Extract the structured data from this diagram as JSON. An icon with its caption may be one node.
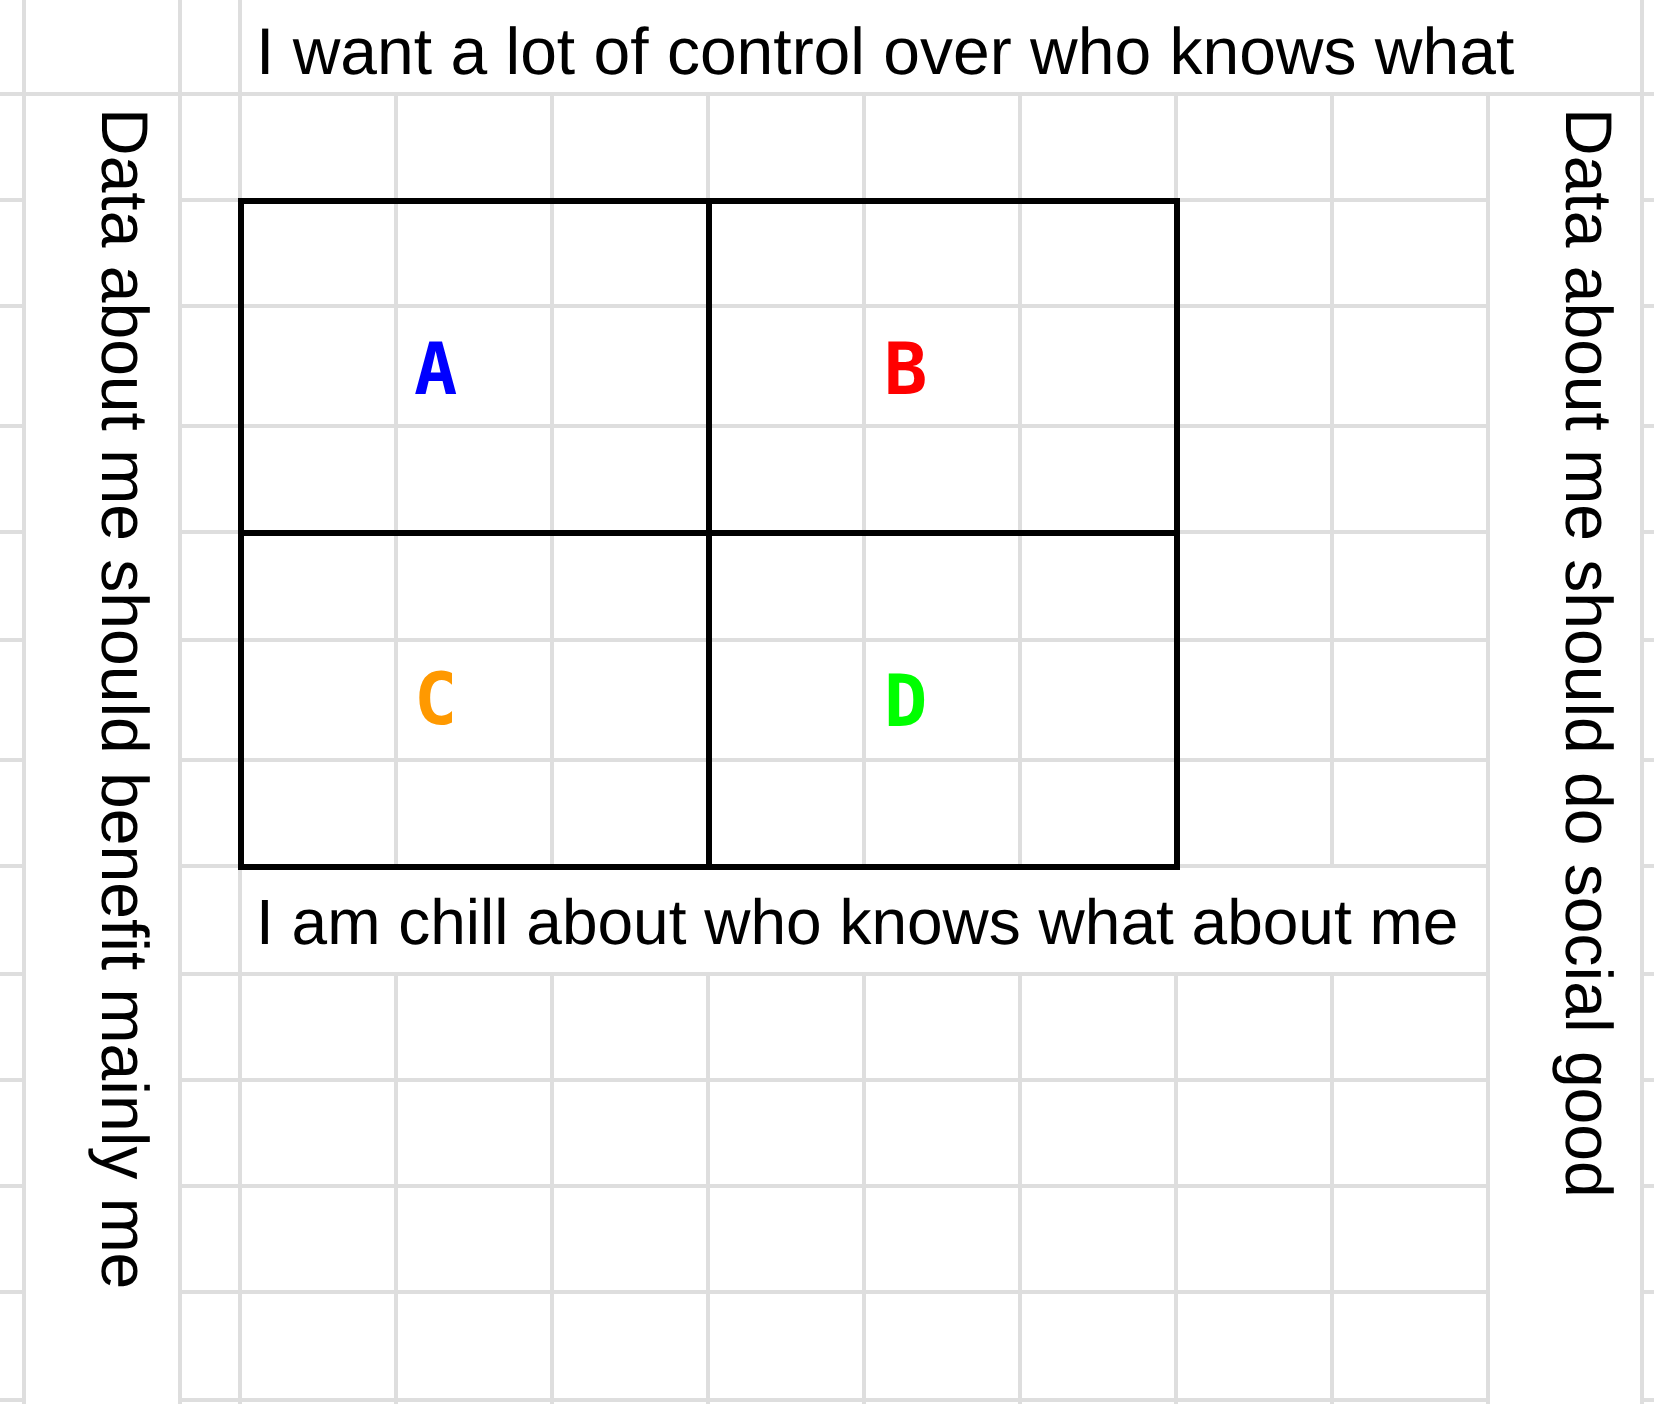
{
  "diagram": {
    "nodes": [
      {
        "text": [
          "A"
        ]
      },
      {
        "text": [
          "B"
        ]
      },
      {
        "text": [
          "C"
        ]
      },
      {
        "text": [
          "D"
        ]
      }
    ],
    "labels": [
      "I want a lot of control over who knows what",
      "Data about me should benefit mainly me",
      "Data about me should do social good",
      "I am chill about who knows what about me"
    ]
  }
}
